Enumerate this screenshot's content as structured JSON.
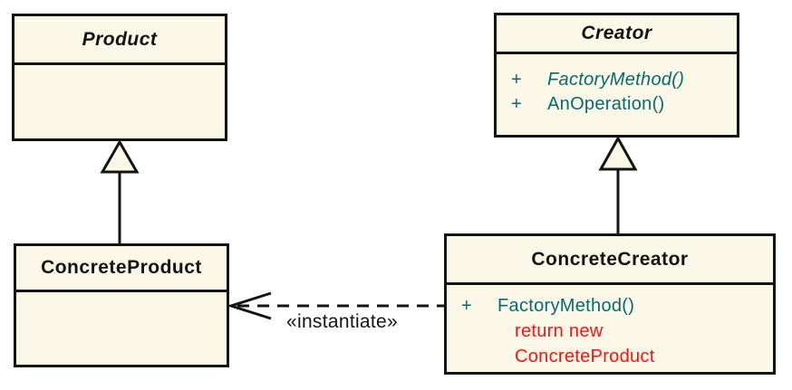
{
  "colors": {
    "box_fill": "#FCF8E8",
    "line_color": "#141414",
    "method_color": "#076A6D",
    "note_color": "#FA1212",
    "title_color": "#141414"
  },
  "classes": {
    "product": {
      "name": "Product"
    },
    "creator": {
      "name": "Creator",
      "methods": [
        {
          "visibility": "+",
          "text": "FactoryMethod()"
        },
        {
          "visibility": "+",
          "text": "AnOperation()"
        }
      ]
    },
    "concrete_product": {
      "name": "ConcreteProduct"
    },
    "concrete_creator": {
      "name": "ConcreteCreator",
      "methods": [
        {
          "visibility": "+",
          "text": "FactoryMethod()"
        }
      ],
      "note_lines": [
        "return new",
        "ConcreteProduct"
      ]
    }
  },
  "relations": {
    "instantiate_label": "«instantiate»"
  }
}
